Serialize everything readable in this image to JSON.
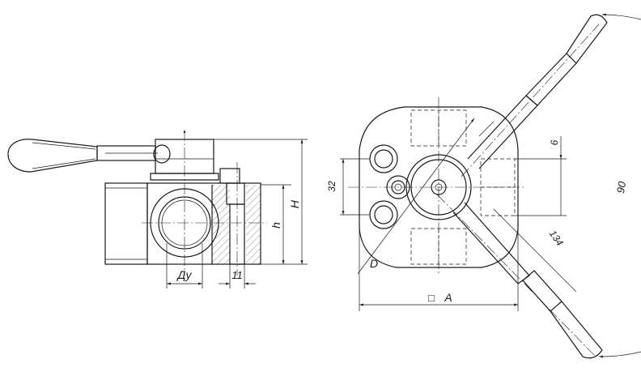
{
  "labels": {
    "dn": "Ду",
    "eleven": "11",
    "h": "h",
    "H": "H",
    "dim32": "32",
    "dim6": "6",
    "dim90": "90",
    "dim134": "134",
    "D": "D",
    "A": "A",
    "square": "□"
  }
}
